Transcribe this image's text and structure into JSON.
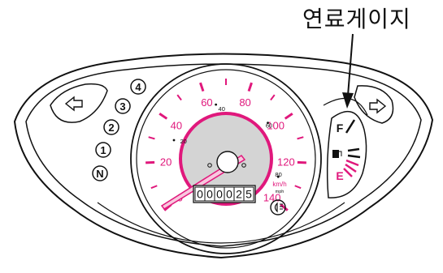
{
  "callout": {
    "label": "연료게이지"
  },
  "colors": {
    "accent": "#e0187c",
    "ink": "#111111",
    "dial": "#d4d4d4",
    "fuel_red": "#e0187c"
  },
  "speedometer": {
    "kmh_labels": [
      "0",
      "20",
      "40",
      "60",
      "80",
      "100",
      "120",
      "140"
    ],
    "mph_labels": [
      "20",
      "40",
      "60",
      "80"
    ],
    "kmh_unit": "km/h",
    "mph_unit": "mph",
    "odometer": [
      "0",
      "0",
      "0",
      "0",
      "2",
      "5"
    ],
    "needle_value_kmh": 0
  },
  "gear_indicators": [
    "4",
    "3",
    "2",
    "1",
    "N"
  ],
  "fuel_gauge": {
    "full_label": "F",
    "empty_label": "E"
  },
  "icons": {
    "left_turn": "left-turn-arrow-icon",
    "right_turn": "right-turn-arrow-icon",
    "fuel": "fuel-pump-icon",
    "headlight": "high-beam-icon"
  }
}
